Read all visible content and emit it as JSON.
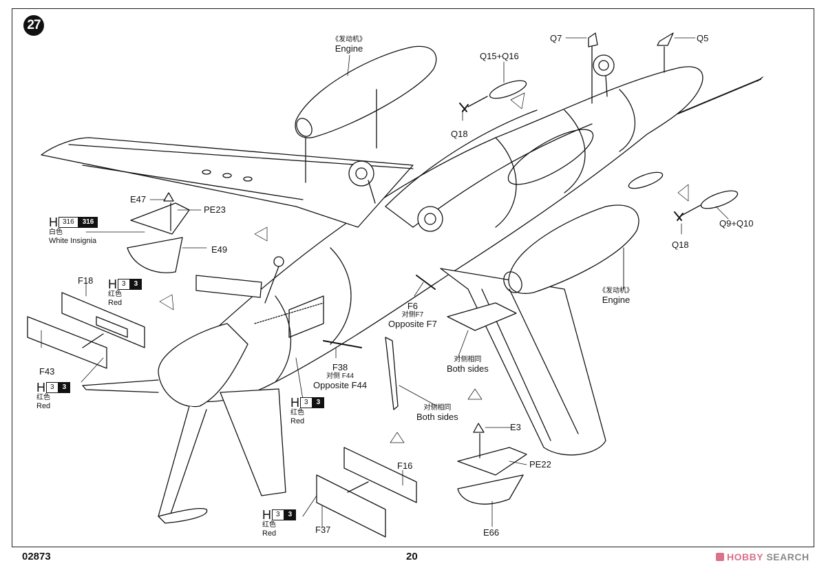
{
  "page": {
    "step_number": "27",
    "kit_number": "02873",
    "page_number": "20",
    "watermark": {
      "brand_part1": "HOBBY",
      "brand_part2": "SEARCH",
      "brand_color": "#d9728a"
    }
  },
  "callouts": {
    "engine_top": {
      "cn": "《发动机》",
      "en": "Engine"
    },
    "engine_right": {
      "cn": "《发动机》",
      "en": "Engine"
    },
    "q15_q16": "Q15+Q16",
    "q18_top": "Q18",
    "q7": "Q7",
    "q5": "Q5",
    "q9_q10": "Q9+Q10",
    "q18_right": "Q18",
    "e47": "E47",
    "pe23": "PE23",
    "e49": "E49",
    "f18": "F18",
    "f43": "F43",
    "f6": {
      "part": "F6",
      "cn": "对侧F7",
      "en": "Opposite F7"
    },
    "f38": {
      "part": "F38",
      "cn": "对侧 F44",
      "en": "Opposite F44"
    },
    "both_sides_1": {
      "cn": "对侧相同",
      "en": "Both sides"
    },
    "both_sides_2": {
      "cn": "对侧相同",
      "en": "Both sides"
    },
    "e3": "E3",
    "pe22": "PE22",
    "e66": "E66",
    "f16": "F16",
    "f37": "F37"
  },
  "paint": {
    "white_insignia": {
      "prefix": "H",
      "code_white": "316",
      "code_black": "316",
      "cn": "白色",
      "en": "White Insignia"
    },
    "red_1": {
      "prefix": "H",
      "code_white": "3",
      "code_black": "3",
      "cn": "红色",
      "en": "Red"
    },
    "red_2": {
      "prefix": "H",
      "code_white": "3",
      "code_black": "3",
      "cn": "红色",
      "en": "Red"
    },
    "red_3": {
      "prefix": "H",
      "code_white": "3",
      "code_black": "3",
      "cn": "红色",
      "en": "Red"
    },
    "red_4": {
      "prefix": "H",
      "code_white": "3",
      "code_black": "3",
      "cn": "红色",
      "en": "Red"
    }
  }
}
